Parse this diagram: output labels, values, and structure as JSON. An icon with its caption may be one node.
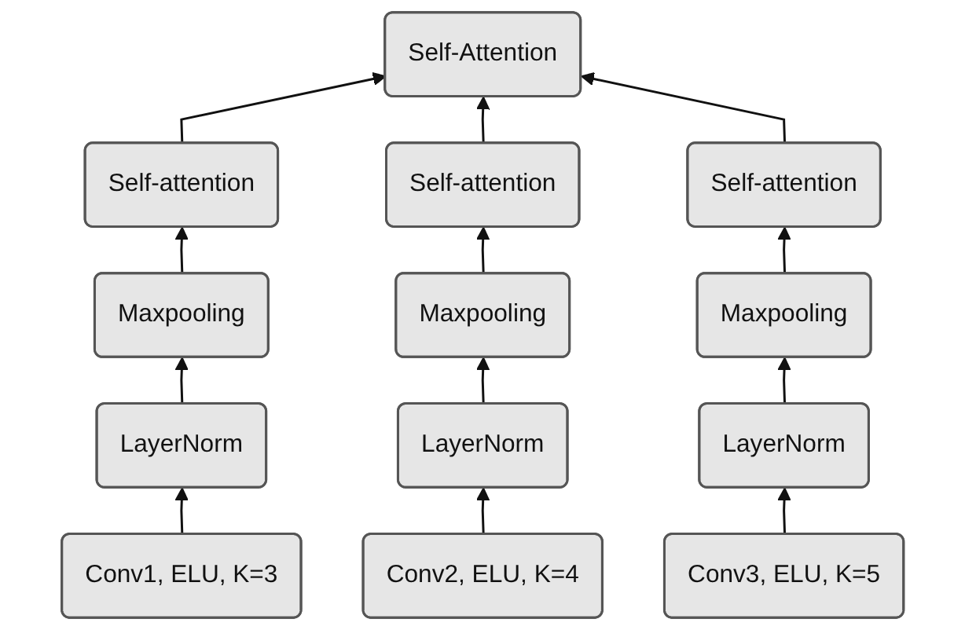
{
  "diagram": {
    "nodes": [
      {
        "text": [
          "Self-Attention"
        ]
      },
      {
        "text": [
          "Self-attention"
        ]
      },
      {
        "text": [
          "Self-attention"
        ]
      },
      {
        "text": [
          "Self-attention"
        ]
      },
      {
        "text": [
          "Maxpooling"
        ]
      },
      {
        "text": [
          "Maxpooling"
        ]
      },
      {
        "text": [
          "Maxpooling"
        ]
      },
      {
        "text": [
          "LayerNorm"
        ]
      },
      {
        "text": [
          "LayerNorm"
        ]
      },
      {
        "text": [
          "LayerNorm"
        ]
      },
      {
        "text": [
          "Conv1, ELU, K=3"
        ]
      },
      {
        "text": [
          "Conv2, ELU, K=4"
        ]
      },
      {
        "text": [
          "Conv3, ELU, K=5"
        ]
      }
    ],
    "edges": [
      {
        "from": 10,
        "to": 7,
        "arrow": "to"
      },
      {
        "from": 11,
        "to": 8,
        "arrow": "to"
      },
      {
        "from": 12,
        "to": 9,
        "arrow": "to"
      },
      {
        "from": 7,
        "to": 4,
        "arrow": "to"
      },
      {
        "from": 8,
        "to": 5,
        "arrow": "to"
      },
      {
        "from": 9,
        "to": 6,
        "arrow": "to"
      },
      {
        "from": 4,
        "to": 1,
        "arrow": "to"
      },
      {
        "from": 5,
        "to": 2,
        "arrow": "to"
      },
      {
        "from": 6,
        "to": 3,
        "arrow": "to"
      },
      {
        "from": 1,
        "to": 0,
        "arrow": "to"
      },
      {
        "from": 2,
        "to": 0,
        "arrow": "to"
      },
      {
        "from": 3,
        "to": 0,
        "arrow": "to"
      }
    ]
  }
}
